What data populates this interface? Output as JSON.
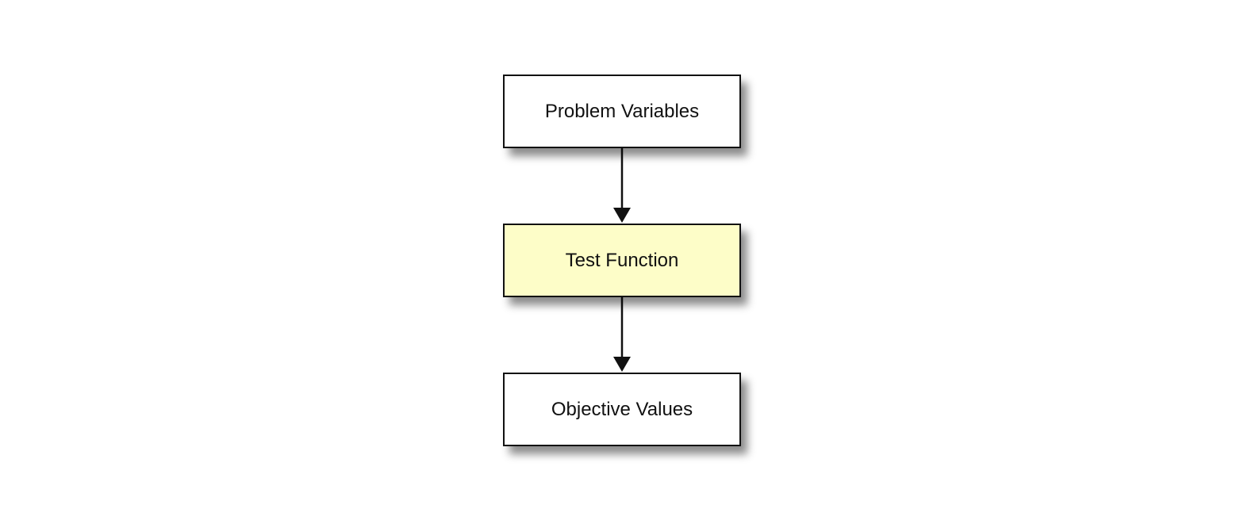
{
  "diagram": {
    "nodes": [
      {
        "label": "Problem Variables",
        "fill": "#ffffff"
      },
      {
        "label": "Test Function",
        "fill": "#fdfdc8"
      },
      {
        "label": "Objective Values",
        "fill": "#ffffff"
      }
    ],
    "edges": [
      {
        "from": "Problem Variables",
        "to": "Test Function"
      },
      {
        "from": "Test Function",
        "to": "Objective Values"
      }
    ],
    "colors": {
      "stroke": "#111111",
      "highlight": "#fdfdc8",
      "background": "#ffffff"
    }
  }
}
